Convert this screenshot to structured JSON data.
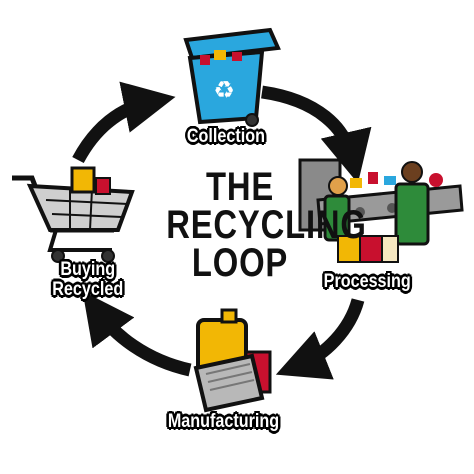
{
  "title": {
    "line1": "THE",
    "line2": "RECYCLING",
    "line3": "LOOP"
  },
  "stages": [
    {
      "label": "Collection",
      "icon": "recycling-bin-icon"
    },
    {
      "label": "Processing",
      "icon": "sorting-workers-icon"
    },
    {
      "label": "Manufacturing",
      "icon": "new-products-icon"
    },
    {
      "label_line1": "Buying",
      "label_line2": "Recycled",
      "icon": "shopping-cart-icon"
    }
  ],
  "colors": {
    "arrow": "#111111",
    "bin": "#2aa7de",
    "shirt_green": "#2e8b3a",
    "jug_yellow": "#f2b705",
    "can_red": "#c8102e",
    "paper_gray": "#b8b8b8"
  }
}
